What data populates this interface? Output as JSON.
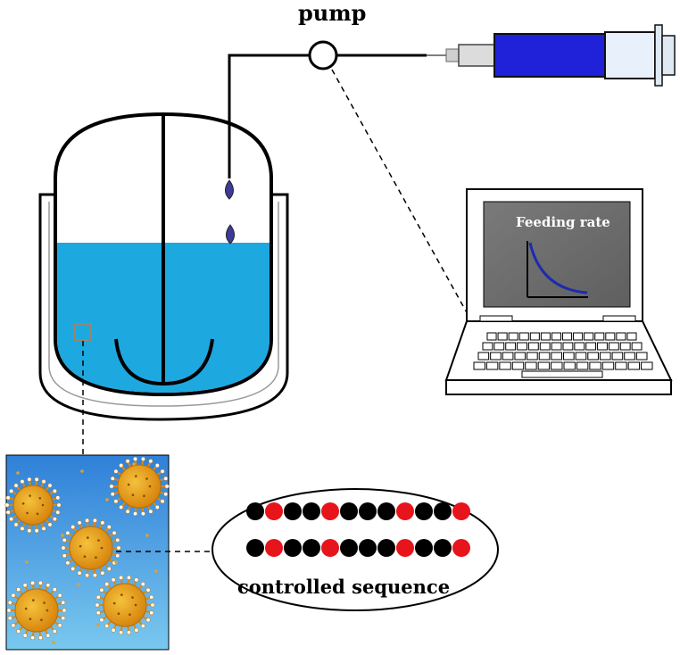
{
  "labels": {
    "pump": "pump",
    "feeding_rate": "Feeding rate",
    "controlled_sequence": "controlled sequence"
  },
  "colors": {
    "liquid": "#1ea8e0",
    "droplet": "#3e3a9a",
    "syringe_body": "#1f22d8",
    "screen": "#6e6e6e",
    "curve": "#1c2bb0",
    "particle": "#e8a21a",
    "bead_black": "#000000",
    "bead_red": "#e8141c",
    "panel_top": "#2f80d8",
    "panel_bottom": "#79c8ef"
  },
  "sequence": {
    "row1": [
      "black",
      "red",
      "black",
      "black",
      "red",
      "black",
      "black",
      "black",
      "red",
      "black",
      "black",
      "red"
    ],
    "row2": [
      "black",
      "red",
      "black",
      "black",
      "red",
      "black",
      "black",
      "black",
      "red",
      "black",
      "black",
      "red"
    ]
  },
  "icons": [
    "pump-icon",
    "syringe-icon",
    "reactor-icon",
    "laptop-icon",
    "nanoparticle-icon",
    "droplet-icon"
  ]
}
